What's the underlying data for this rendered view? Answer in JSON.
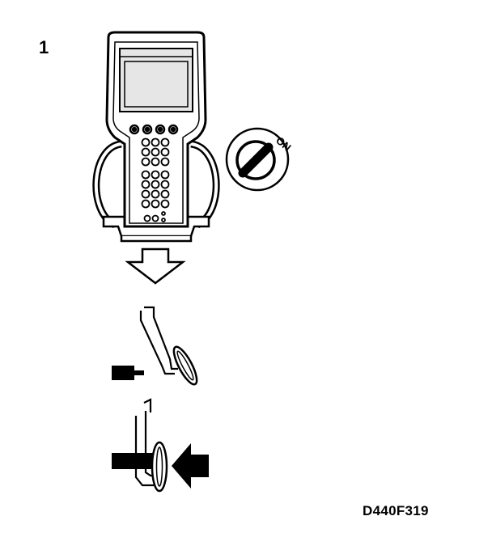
{
  "step_number": "1",
  "ignition_label": "ON",
  "figure_code": "D440F319",
  "colors": {
    "line": "#000000",
    "fill": "#ffffff",
    "screen": "#e6e6e6"
  },
  "icons": [
    "diagnostic-tester-icon",
    "ignition-switch-icon",
    "down-arrow-icon",
    "lever-icon",
    "plug-icon",
    "push-arrow-icon"
  ]
}
